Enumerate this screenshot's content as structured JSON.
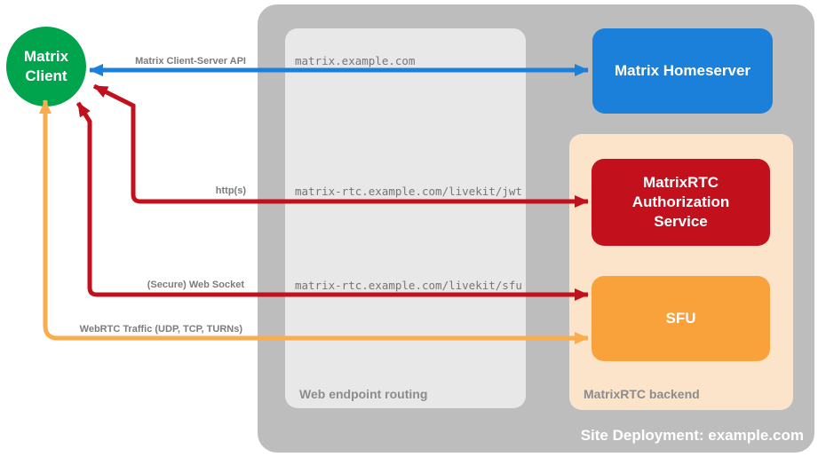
{
  "client": {
    "line1": "Matrix",
    "line2": "Client"
  },
  "nodes": {
    "homeserver": "Matrix Homeserver",
    "auth_service": "MatrixRTC Authorization Service",
    "sfu": "SFU"
  },
  "containers": {
    "site_deployment_label": "Site Deployment: example.com",
    "web_endpoint_routing_label": "Web endpoint routing",
    "matrixrtc_backend_label": "MatrixRTC backend"
  },
  "edges": {
    "client_server_api": {
      "label": "Matrix Client-Server API",
      "route": "matrix.example.com"
    },
    "http_jwt": {
      "label": "http(s)",
      "route": "matrix-rtc.example.com/livekit/jwt"
    },
    "websocket_sfu": {
      "label": "(Secure) Web Socket",
      "route": "matrix-rtc.example.com/livekit/sfu"
    },
    "webrtc_traffic": {
      "label": "WebRTC Traffic (UDP, TCP, TURNs)"
    }
  },
  "colors": {
    "client_green": "#00A44C",
    "homeserver_blue": "#1B80D9",
    "rtc_red": "#C2111C",
    "sfu_orange": "#F9A23B",
    "webrtc_arrow_orange": "#FBAD4D",
    "backend_peach": "#FBE4C9",
    "site_gray": "#BDBDBD",
    "routing_gray": "#E8E8E8",
    "edge_label_gray": "#7C7C7C",
    "section_label_gray": "#8C8C8C"
  }
}
